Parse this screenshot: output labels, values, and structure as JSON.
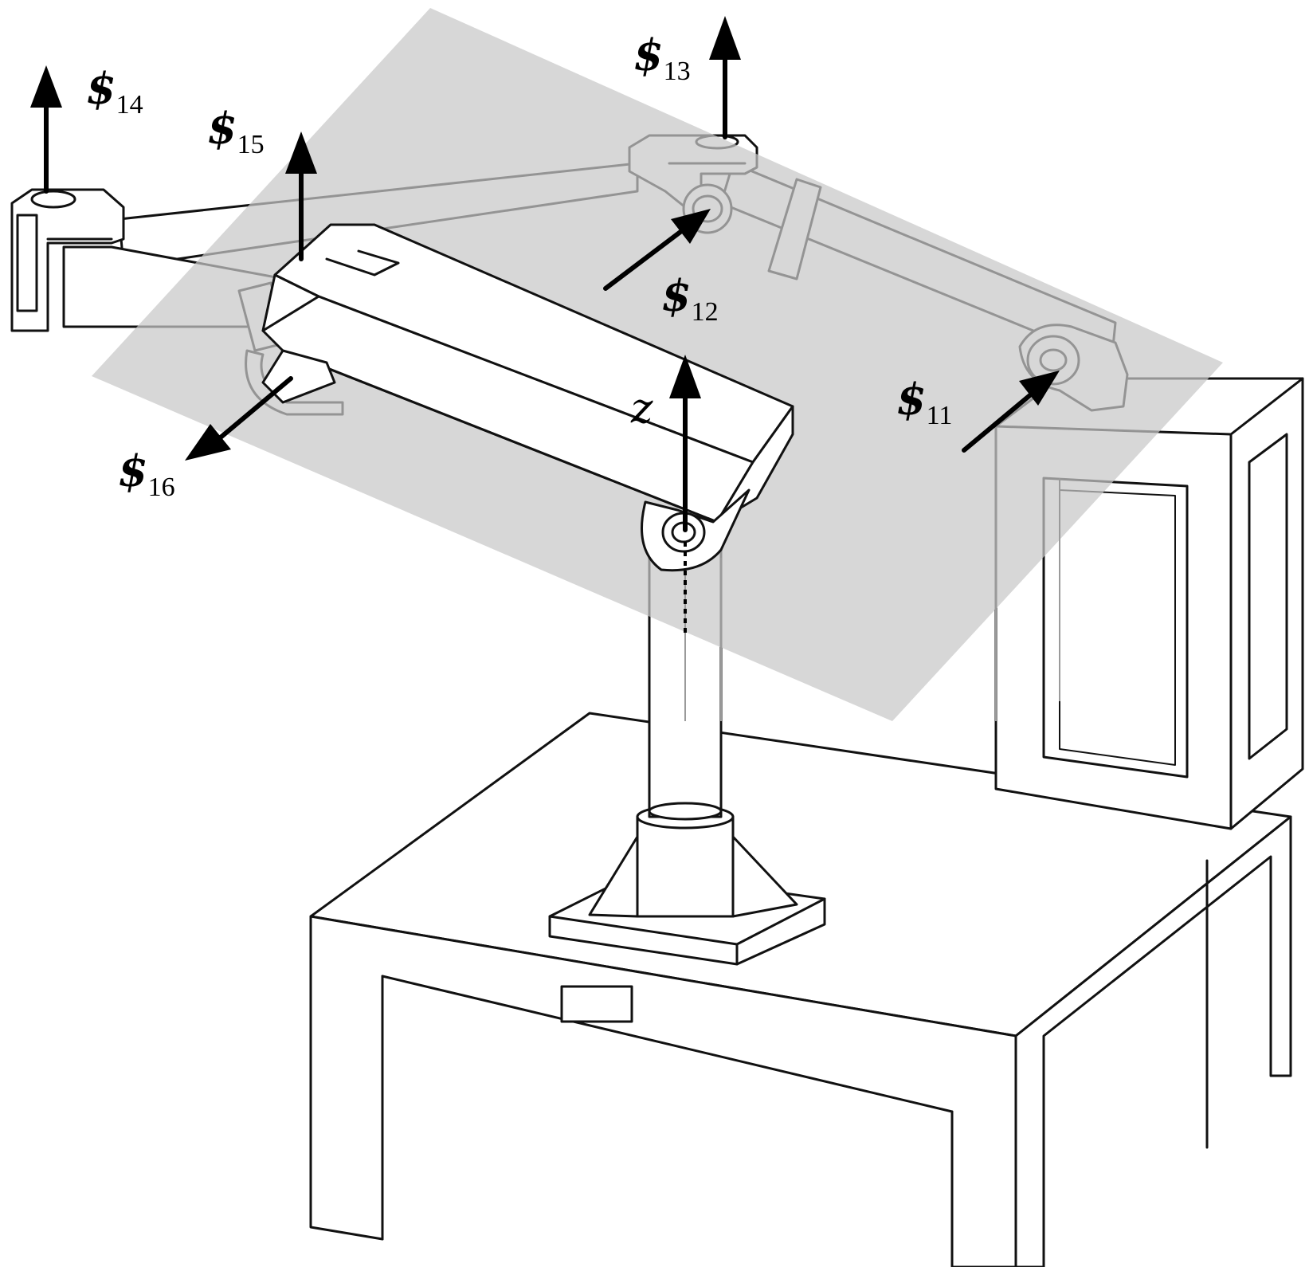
{
  "labels": {
    "s11": {
      "symbol": "$",
      "sub": "11"
    },
    "s12": {
      "symbol": "$",
      "sub": "12"
    },
    "s13": {
      "symbol": "$",
      "sub": "13"
    },
    "s14": {
      "symbol": "$",
      "sub": "14"
    },
    "s15": {
      "symbol": "$",
      "sub": "15"
    },
    "s16": {
      "symbol": "$",
      "sub": "16"
    },
    "z_axis": "z"
  },
  "colors": {
    "plane": "#c8c8c8",
    "ink": "#111111",
    "arrows": "#000000"
  }
}
